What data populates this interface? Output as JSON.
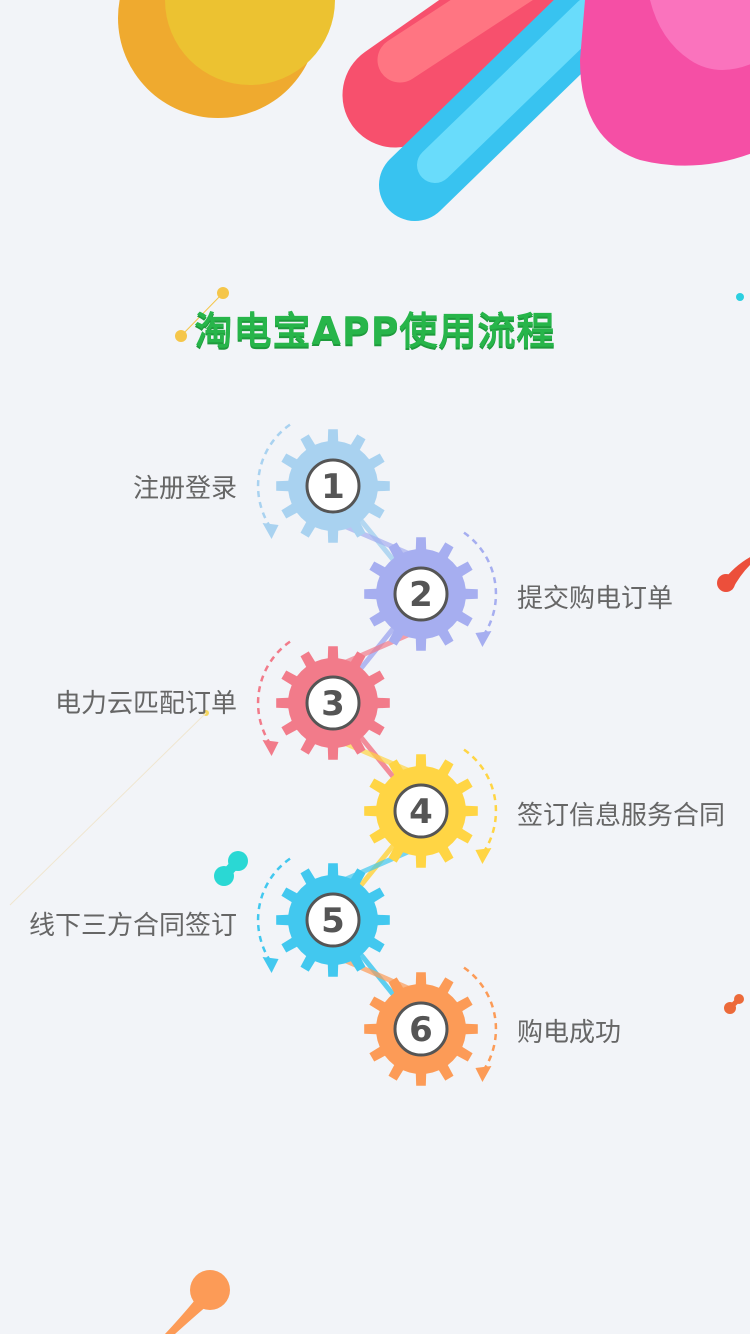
{
  "title": "淘电宝APP使用流程",
  "steps": [
    {
      "number": "1",
      "label": "注册登录",
      "color": "#a9d2f0"
    },
    {
      "number": "2",
      "label": "提交购电订单",
      "color": "#a6aef0"
    },
    {
      "number": "3",
      "label": "电力云匹配订单",
      "color": "#f27b8a"
    },
    {
      "number": "4",
      "label": "签订信息服务合同",
      "color": "#ffd544"
    },
    {
      "number": "5",
      "label": "线下三方合同签订",
      "color": "#42c8ef"
    },
    {
      "number": "6",
      "label": "购电成功",
      "color": "#fc9b57"
    }
  ],
  "colors": {
    "background": "#f2f4f8",
    "title": "#27b54a",
    "label_text": "#666666"
  },
  "icons": [
    "gear-icon",
    "rotate-arrow-icon"
  ]
}
